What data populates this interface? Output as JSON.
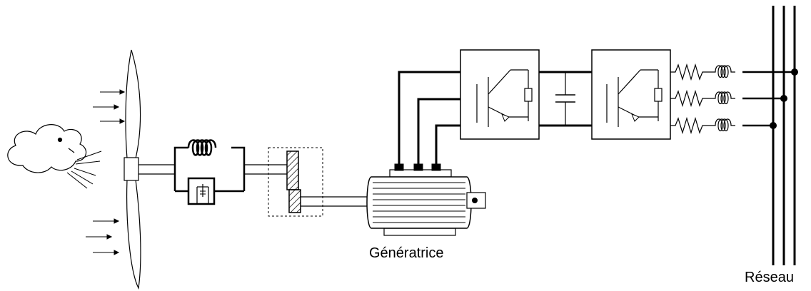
{
  "labels": {
    "generator": "Génératrice",
    "grid": "Réseau"
  },
  "colors": {
    "ink": "#000000",
    "background": "#ffffff",
    "wire": "#000000"
  },
  "components": [
    "wind-cloud-icon",
    "wind-arrows",
    "turbine-blades",
    "hub",
    "shaft",
    "torsion-spring",
    "damper",
    "gearbox",
    "generator-motor",
    "rectifier",
    "dc-link-capacitor",
    "inverter",
    "grid-filter",
    "grid-bus"
  ]
}
